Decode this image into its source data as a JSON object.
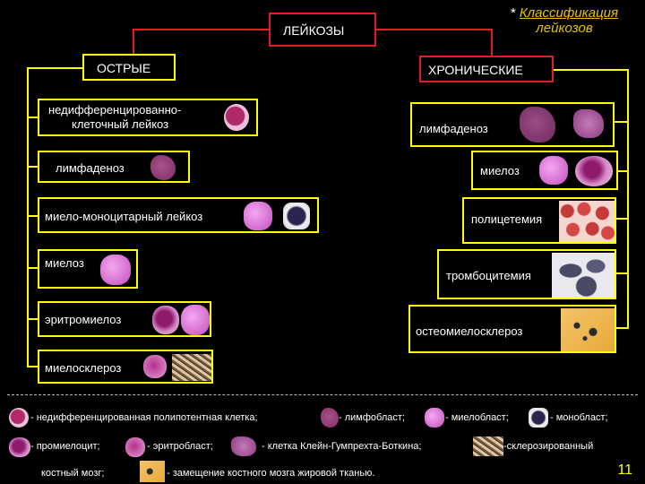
{
  "title_ref": {
    "star": "*",
    "line1": "Классификация",
    "line2": "лейкозов"
  },
  "root": "ЛЕЙКОЗЫ",
  "acute": {
    "title": "ОСТРЫЕ",
    "items": [
      "недифференцированно-",
      "клеточный лейкоз",
      "лимфаденоз",
      "миело-моноцитарный лейкоз",
      "миелоз",
      "эритромиелоз",
      "миелосклероз"
    ]
  },
  "chronic": {
    "title": "ХРОНИЧЕСКИЕ",
    "items": [
      "лимфаденоз",
      "миелоз",
      "полицетемия",
      "тромбоцитемия",
      "остеомиелосклероз"
    ]
  },
  "legend": {
    "l1": "- недифференцированная полипотентная клетка;",
    "l2": "- лимфобласт;",
    "l3": "- миелобласт;",
    "l4": "- монобласт;",
    "l5": "- промиелоцит;",
    "l6": "- эритробласт;",
    "l7": "- клетка Клейн-Гумпрехта-Боткина;",
    "l8": "-склерозированный",
    "l9": "костный мозг;",
    "l10": "- замещение костного мозга жировой тканью."
  },
  "page_number": "11",
  "colors": {
    "border_acute": "#ffff00",
    "border_root": "#e02020",
    "accent_title": "#e6c200"
  }
}
